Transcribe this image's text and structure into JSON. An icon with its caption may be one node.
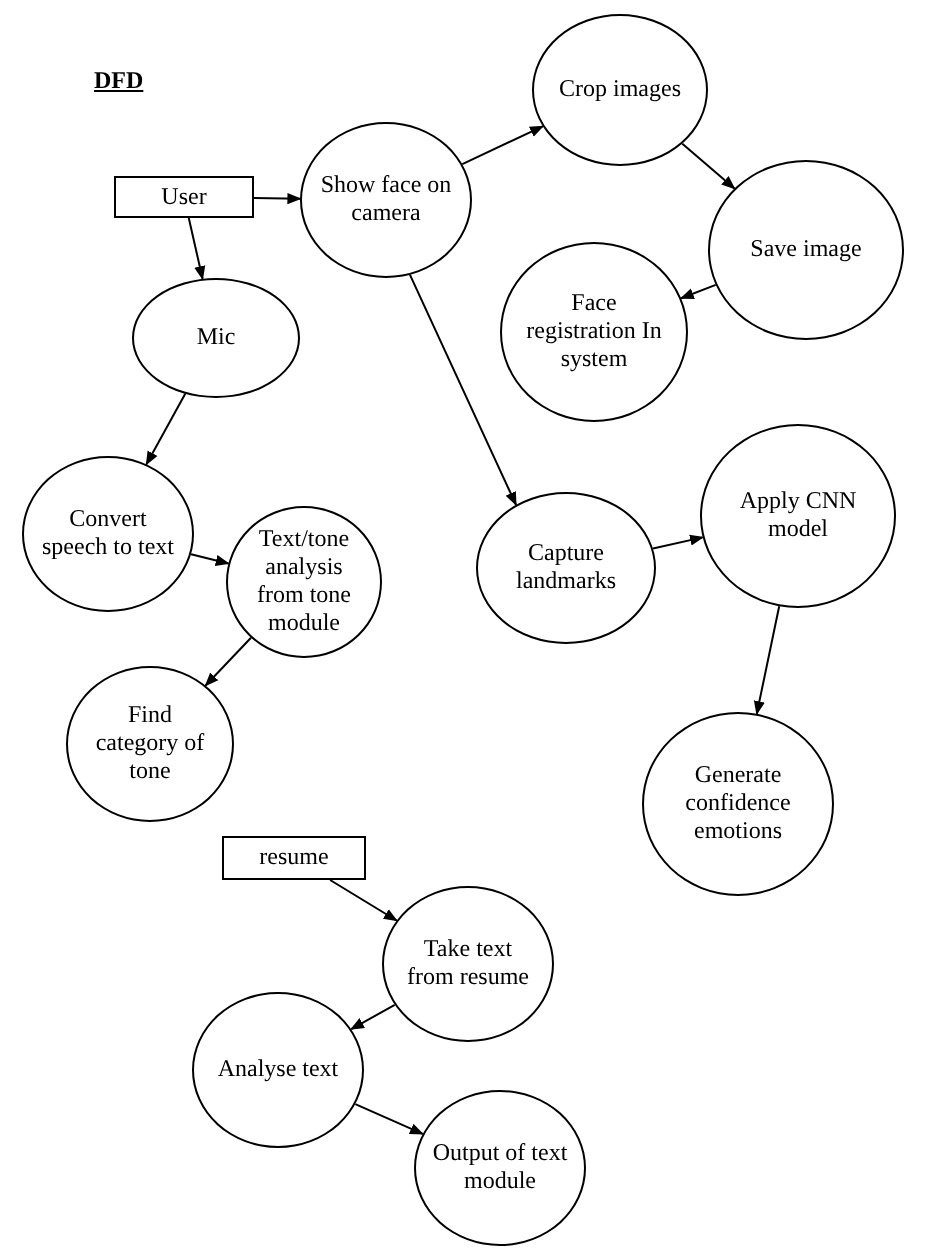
{
  "diagram": {
    "title": "DFD",
    "nodes": [
      {
        "text": [
          "User"
        ]
      },
      {
        "text": [
          "Show face on camera"
        ]
      },
      {
        "text": [
          "Crop images"
        ]
      },
      {
        "text": [
          "Save image"
        ]
      },
      {
        "text": [
          "Face registration In system"
        ]
      },
      {
        "text": [
          "Mic"
        ]
      },
      {
        "text": [
          "Convert speech to text"
        ]
      },
      {
        "text": [
          "Text/tone analysis from tone module"
        ]
      },
      {
        "text": [
          "Find category of tone"
        ]
      },
      {
        "text": [
          "Capture landmarks"
        ]
      },
      {
        "text": [
          "Apply CNN model"
        ]
      },
      {
        "text": [
          "Generate confidence emotions"
        ]
      },
      {
        "text": [
          "resume"
        ]
      },
      {
        "text": [
          "Take text from resume"
        ]
      },
      {
        "text": [
          "Analyse text"
        ]
      },
      {
        "text": [
          "Output of text module"
        ]
      }
    ],
    "edges": [
      {
        "from": 0,
        "to": 1,
        "arrow": "to"
      },
      {
        "from": 0,
        "to": 5,
        "arrow": "to"
      },
      {
        "from": 1,
        "to": 2,
        "arrow": "to"
      },
      {
        "from": 2,
        "to": 3,
        "arrow": "to"
      },
      {
        "from": 3,
        "to": 4,
        "arrow": "to"
      },
      {
        "from": 1,
        "to": 9,
        "arrow": "to"
      },
      {
        "from": 5,
        "to": 6,
        "arrow": "to"
      },
      {
        "from": 6,
        "to": 7,
        "arrow": "to"
      },
      {
        "from": 7,
        "to": 8,
        "arrow": "to"
      },
      {
        "from": 9,
        "to": 10,
        "arrow": "to"
      },
      {
        "from": 10,
        "to": 11,
        "arrow": "to"
      },
      {
        "from": 12,
        "to": 13,
        "arrow": "to"
      },
      {
        "from": 13,
        "to": 14,
        "arrow": "to"
      },
      {
        "from": 14,
        "to": 15,
        "arrow": "to"
      }
    ]
  }
}
